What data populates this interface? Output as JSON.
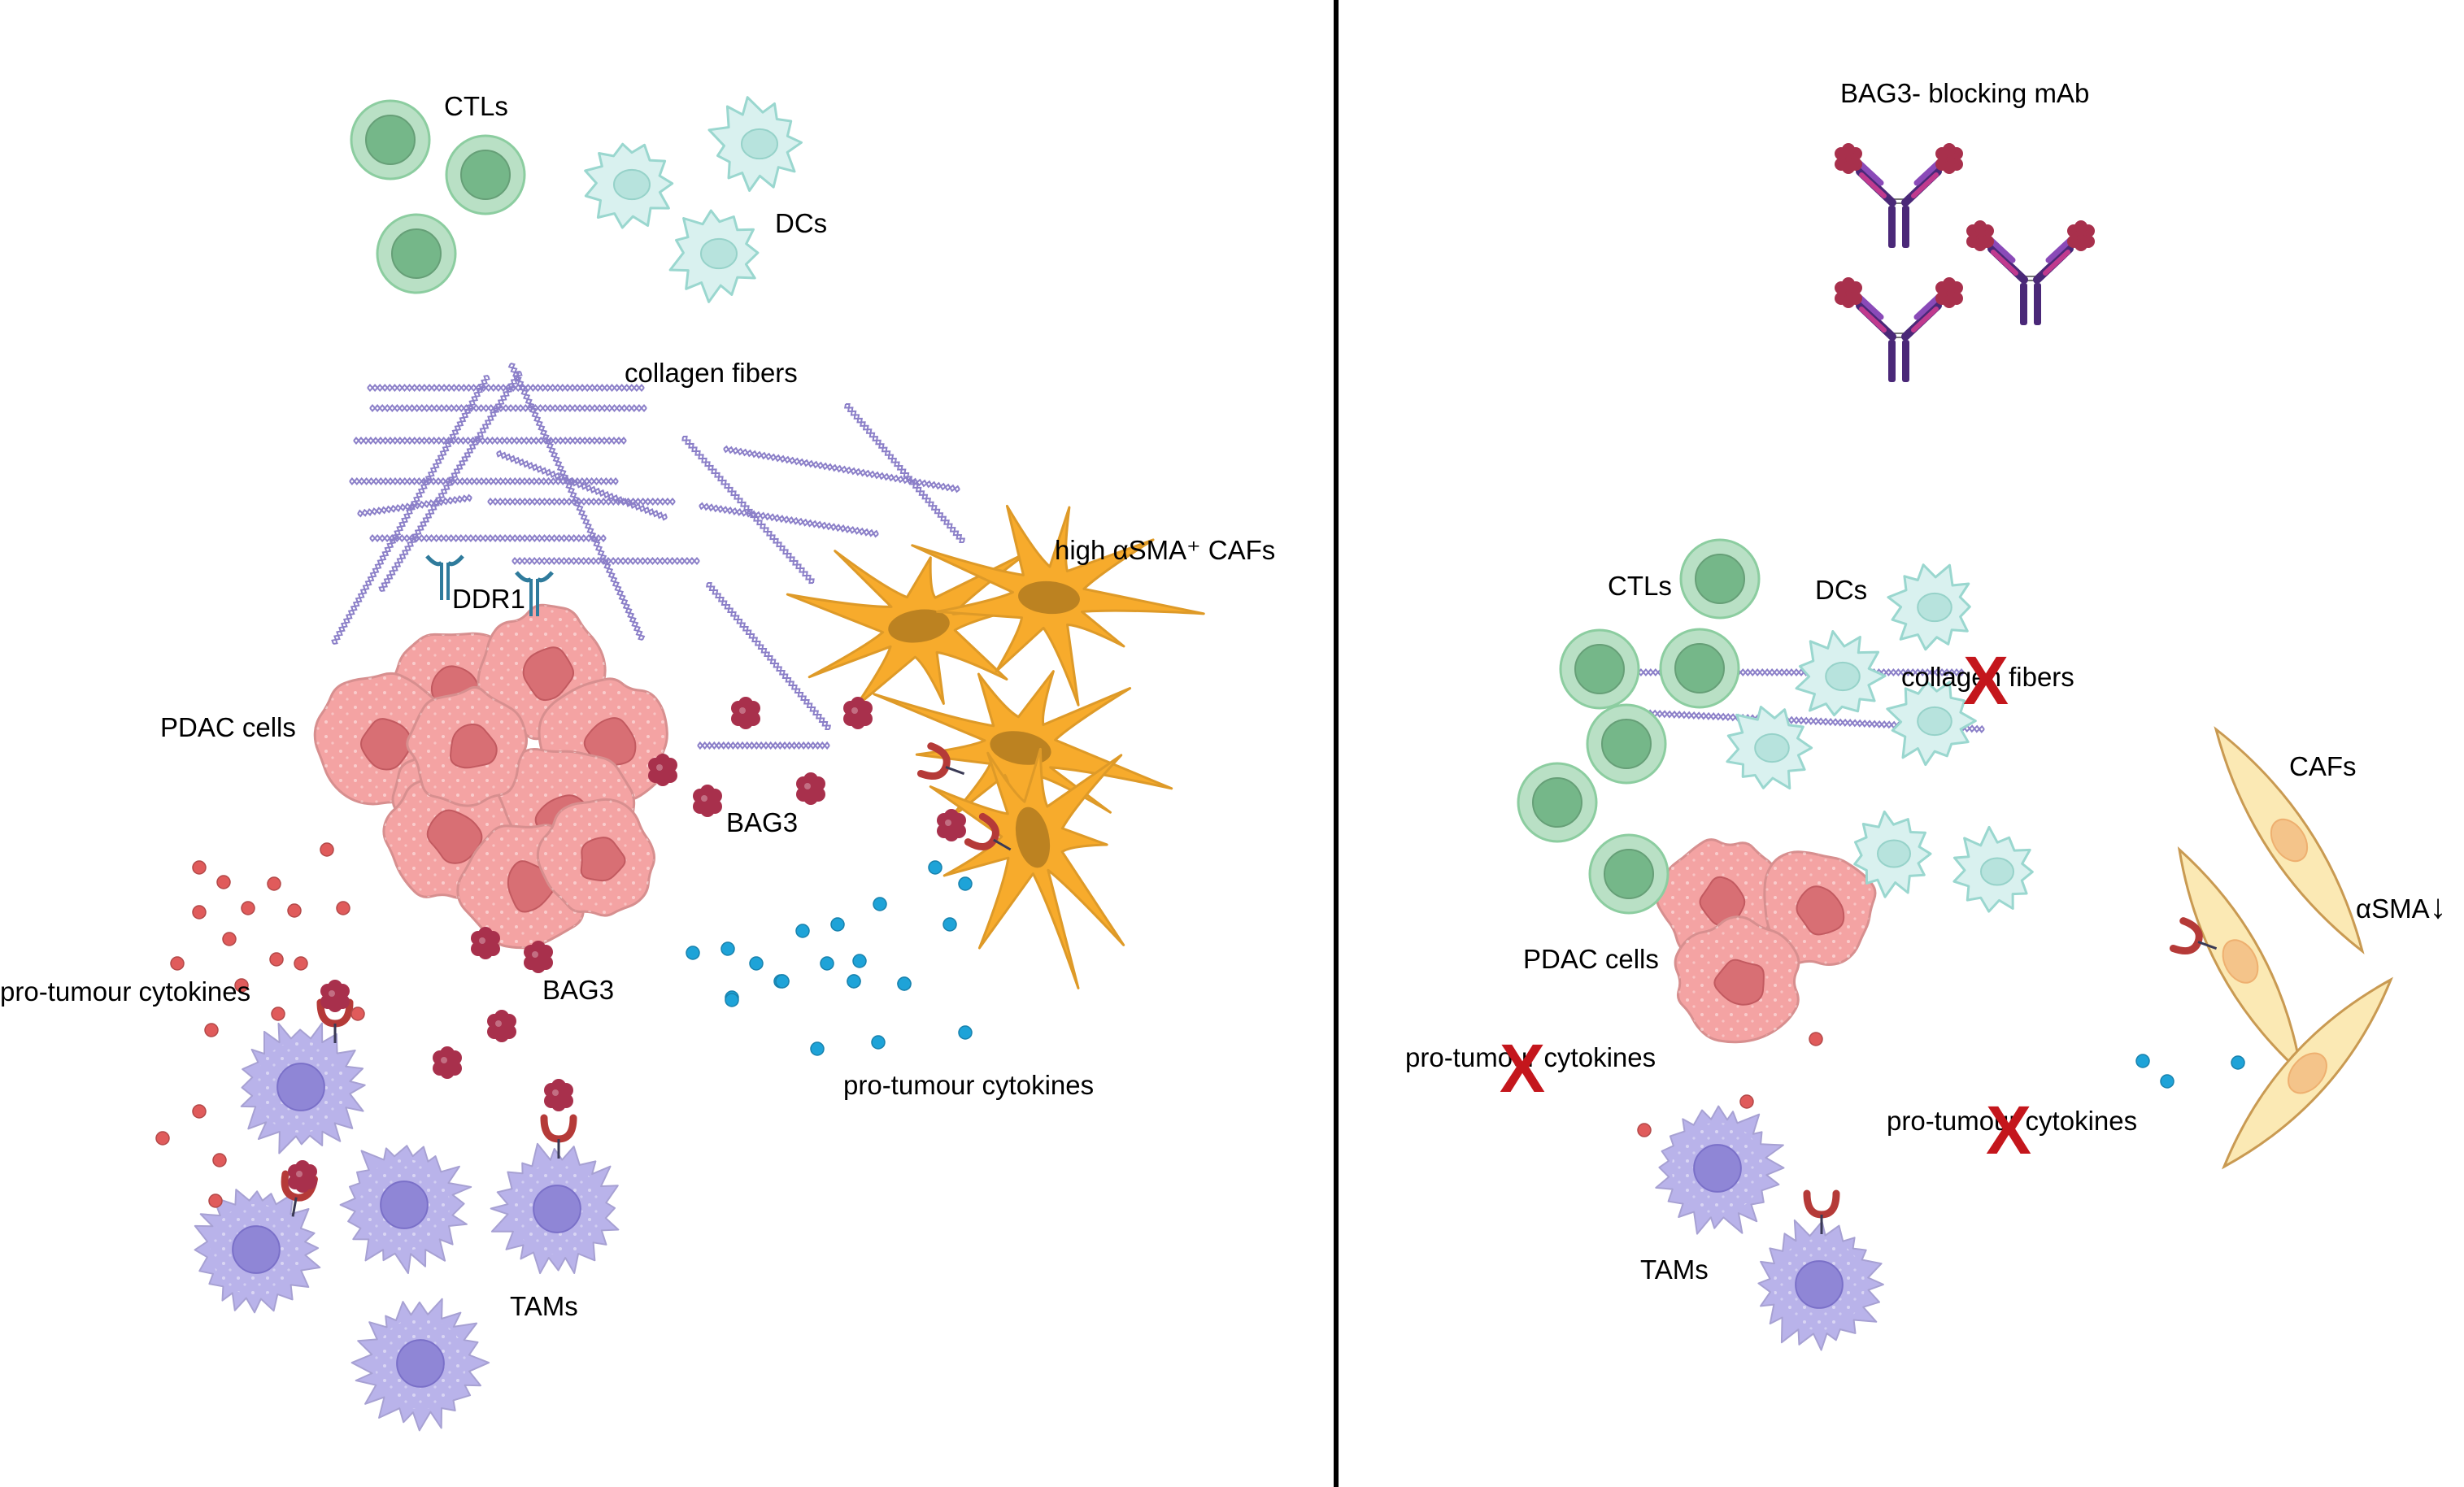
{
  "colors": {
    "divider": "#000000",
    "cytotoxic_t_cell": "#7fc795",
    "dendritic_cell": "#d9f1ef",
    "collagen": "#8b7fc8",
    "tumour_cell": "#f4a3a3",
    "caf_active": "#f7ab2c",
    "caf_quiescent": "#fbe9b4",
    "macrophage": "#b9b3ea",
    "bag3": "#a8304c",
    "cytokine_red": "#e05b5b",
    "cytokine_blue": "#1ea3d8",
    "antibody": "#4a2878",
    "inhibition_mark": "#c4161c"
  },
  "left_panel": {
    "ctls": "CTLs",
    "dcs": "DCs",
    "collagen": "collagen fibers",
    "cafs": "high αSMA⁺ CAFs",
    "ddr1": "DDR1",
    "pdac": "PDAC cells",
    "bag3_a": "BAG3",
    "bag3_b": "BAG3",
    "cytokines_left": "pro-tumour cytokines",
    "cytokines_right": "pro-tumour cytokines",
    "tams": "TAMs"
  },
  "right_panel": {
    "mab": "BAG3- blocking mAb",
    "ctls": "CTLs",
    "dcs": "DCs",
    "collagen": "collagen fibers",
    "cafs": "CAFs",
    "asma": "αSMA",
    "asma_arrow": "↓",
    "pdac": "PDAC cells",
    "cytokines_left": "pro-tumour cytokines",
    "cytokines_right": "pro-tumour cytokines",
    "tams": "TAMs",
    "x_mark": "X"
  }
}
